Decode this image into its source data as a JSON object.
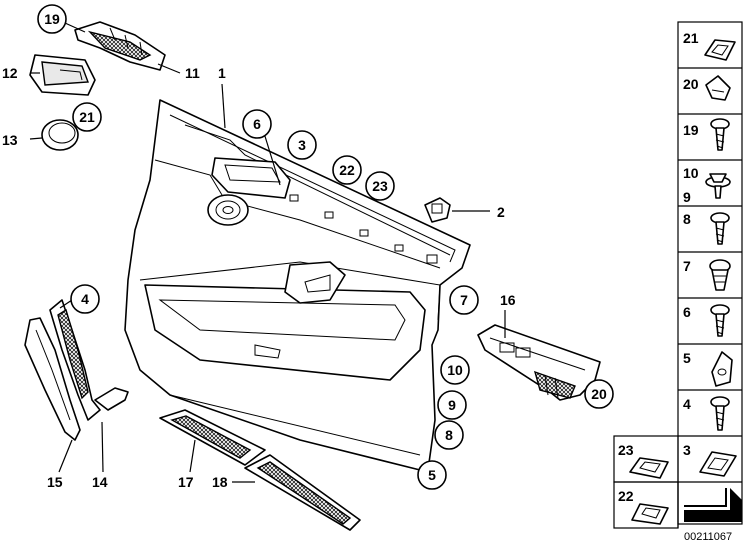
{
  "diagram_id": "00211067",
  "callouts": {
    "c1": "1",
    "c2": "2",
    "c3": "3",
    "c4": "4",
    "c5": "5",
    "c6": "6",
    "c7": "7",
    "c8": "8",
    "c9": "9",
    "c10": "10",
    "c11": "11",
    "c12": "12",
    "c13": "13",
    "c14": "14",
    "c15": "15",
    "c16": "16",
    "c17": "17",
    "c18": "18",
    "c19": "19",
    "c20": "20",
    "c21": "21",
    "c22": "22",
    "c23": "23"
  },
  "legend": {
    "r21": "21",
    "r20": "20",
    "r19": "19",
    "r10": "10",
    "r9": "9",
    "r8": "8",
    "r7": "7",
    "r6": "6",
    "r5": "5",
    "r4": "4",
    "r3": "3",
    "r23": "23",
    "r22": "22"
  }
}
